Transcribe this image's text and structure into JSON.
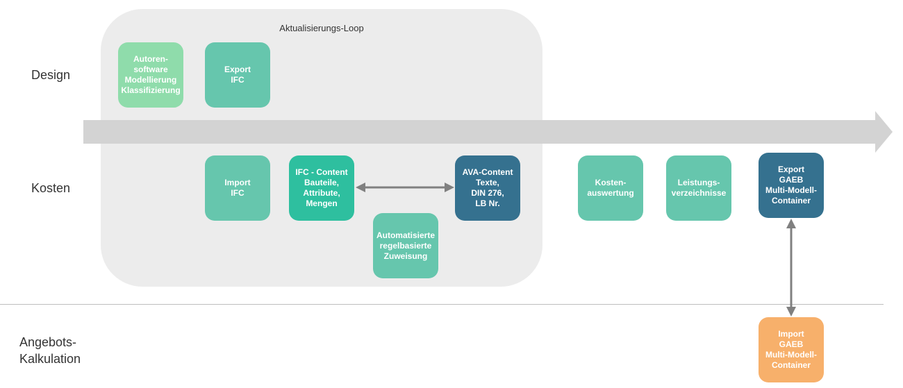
{
  "loop": {
    "title": "Aktualisierungs-Loop"
  },
  "lanes": {
    "design": "Design",
    "kosten": "Kosten",
    "angebot": "Angebots-\nKalkulation"
  },
  "boxes": {
    "autorensoftware": "Autoren-\nsoftware\nModellierung\nKlassifizierung",
    "export_ifc": "Export\nIFC",
    "import_ifc": "Import\nIFC",
    "ifc_content": "IFC - Content\nBauteile,\nAttribute,\nMengen",
    "ava_content": "AVA-Content\nTexte,\nDIN 276,\nLB Nr.",
    "automatisierte": "Automatisierte\nregelbasierte\nZuweisung",
    "kostenauswertung": "Kosten-\nauswertung",
    "leistungsverzeichnisse": "Leistungs-\nverzeichnisse",
    "export_gaeb": "Export\nGAEB\nMulti-Modell-\nContainer",
    "import_gaeb": "Import\nGAEB\nMulti-Modell-\nContainer"
  },
  "colors": {
    "light_green": "#8fdcab",
    "mid_green": "#66c6ad",
    "strong_green": "#2ebf9f",
    "blue": "#35718f",
    "orange": "#f7b06b",
    "panel": "#ececec",
    "arrow": "#d3d3d3",
    "connector": "#808080"
  }
}
